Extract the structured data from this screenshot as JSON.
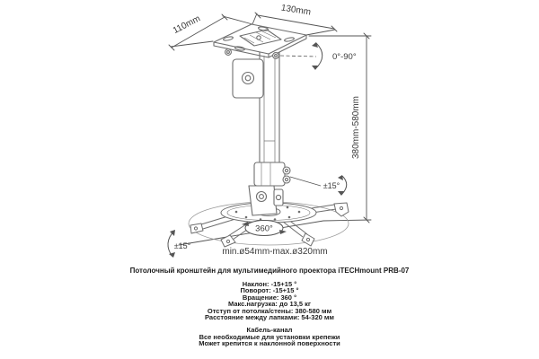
{
  "product": {
    "title": "Потолочный кронштейн для мультимедийного проектора iTECHmount PRB-07"
  },
  "specs": {
    "lines": [
      "Наклон: -15+15 °",
      "Поворот: -15+15 °",
      "Вращение: 360 °",
      "Макс.нагрузка: до 13,5 кг",
      "Отступ от потолка/стены: 380-580 мм",
      "Расстояние между лапками: 54-320 мм"
    ]
  },
  "features": {
    "lines": [
      "Кабель-канал",
      "Все необходимые для установки крепежи",
      "Может крепится к наклонной поверхности"
    ]
  },
  "diagram": {
    "labels": {
      "plate_depth": "110mm",
      "plate_width": "130mm",
      "tilt_range": "0°-90°",
      "height_range": "380mm-580mm",
      "swivel_right": "±15°",
      "swivel_left": "±15°",
      "rotation": "360°",
      "base_diameter": "min.ø54mm-max.ø320mm"
    },
    "line_color": "#6e6e6e",
    "dim_color": "#555555",
    "text_color": "#3a3a3a"
  }
}
